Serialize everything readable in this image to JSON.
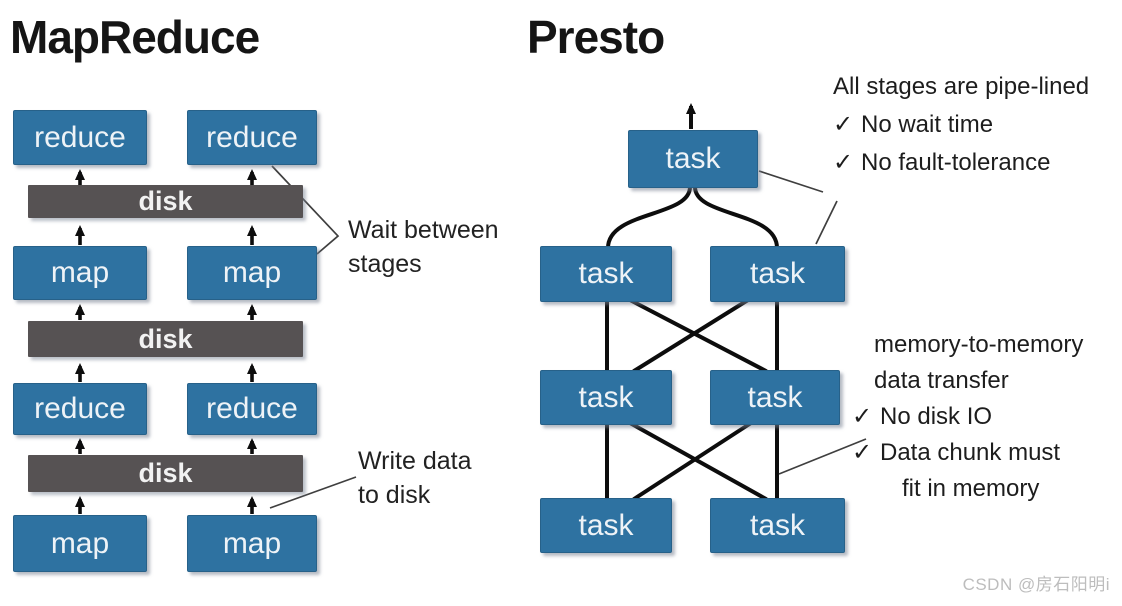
{
  "mapreduce": {
    "title": "MapReduce",
    "rows": [
      {
        "boxes": [
          "reduce",
          "reduce"
        ]
      },
      {
        "disk": "disk"
      },
      {
        "boxes": [
          "map",
          "map"
        ]
      },
      {
        "disk": "disk"
      },
      {
        "boxes": [
          "reduce",
          "reduce"
        ]
      },
      {
        "disk": "disk"
      },
      {
        "boxes": [
          "map",
          "map"
        ]
      }
    ],
    "annotations": {
      "wait_between_stages": "Wait between\nstages",
      "write_data_to_disk": "Write data\nto disk"
    }
  },
  "presto": {
    "title": "Presto",
    "tasks": [
      "task",
      "task",
      "task",
      "task",
      "task",
      "task",
      "task"
    ],
    "notes_top": [
      {
        "text": "All stages are pipe-lined"
      },
      {
        "check": true,
        "text": "No wait time"
      },
      {
        "check": true,
        "text": "No fault-tolerance"
      }
    ],
    "notes_bottom": [
      {
        "text": "memory-to-memory"
      },
      {
        "text": "data transfer"
      },
      {
        "check": true,
        "text": "No disk IO"
      },
      {
        "check": true,
        "text": "Data chunk must"
      },
      {
        "text": "fit in memory",
        "indent": true
      }
    ]
  },
  "icons": {
    "check": "✓"
  },
  "colors": {
    "box_blue": "#2e72a1",
    "disk_gray": "#565253",
    "line_black": "#0d0d0d"
  },
  "watermark": "CSDN @房石阳明i"
}
